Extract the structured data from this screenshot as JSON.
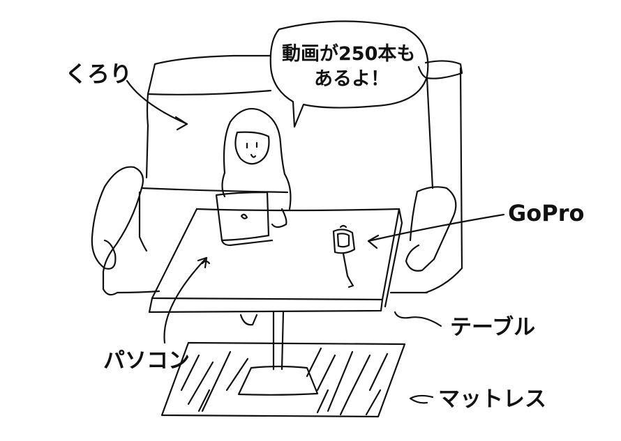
{
  "labels": {
    "person": "くろり",
    "speech_line1": "動画が250本も",
    "speech_line2": "あるよ！",
    "camera": "GoPro",
    "table": "テーブル",
    "laptop": "パソコン",
    "mattress": "マットレス"
  }
}
